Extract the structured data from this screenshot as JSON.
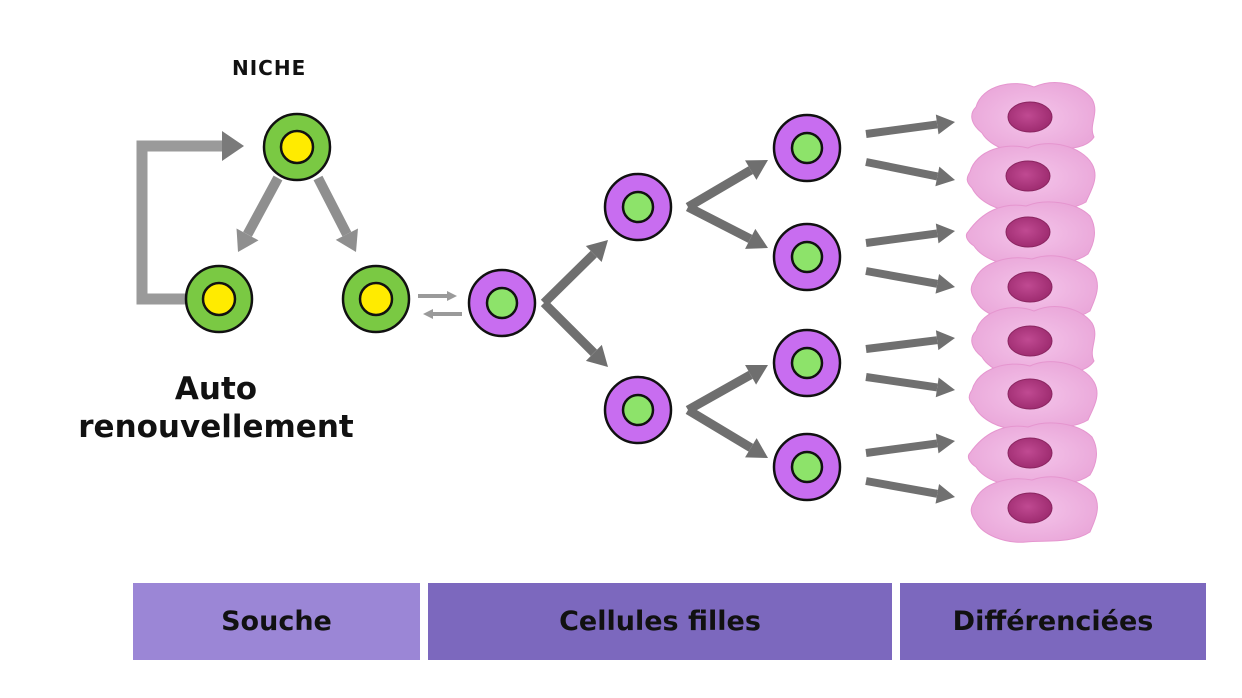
{
  "title_niche": "NICHE",
  "self_renewal": {
    "line1": "Auto",
    "line2": "renouvellement"
  },
  "stages": [
    {
      "label": "Souche",
      "color": "#9b86d6"
    },
    {
      "label": "Cellules filles",
      "color": "#7c68be"
    },
    {
      "label": "Différenciées",
      "color": "#7c68be"
    }
  ],
  "colors": {
    "stem_outer": "#7ac943",
    "stem_inner": "#ffeb00",
    "daughter_outer": "#c86df0",
    "daughter_inner": "#8de36a",
    "diff_cell": "#f0b6e2",
    "diff_nucleus": "#b1357f",
    "arrow": "#7a7a7a"
  }
}
